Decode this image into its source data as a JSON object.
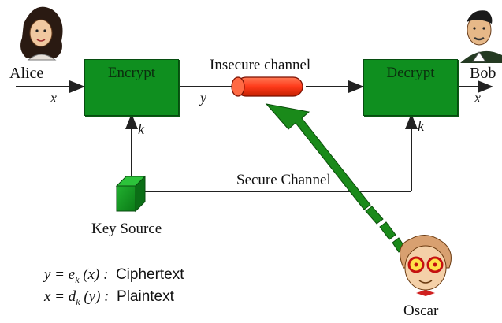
{
  "labels": {
    "alice": "Alice",
    "bob": "Bob",
    "oscar": "Oscar",
    "encrypt": "Encrypt",
    "decrypt": "Decrypt",
    "insecure_channel": "Insecure channel",
    "secure_channel": "Secure Channel",
    "key_source": "Key Source",
    "x_in": "x",
    "y_mid": "y",
    "x_out": "x",
    "k_left": "k",
    "k_right": "k"
  },
  "legend": {
    "cipher": {
      "lhs": "y = e",
      "sub": "k",
      "arg": " (x) : ",
      "desc": "Ciphertext"
    },
    "plain": {
      "lhs": "x = d",
      "sub": "k",
      "arg": " (y) : ",
      "desc": "Plaintext"
    }
  },
  "colors": {
    "box_green": "#0f8f1f",
    "channel_red": "#ff3a1a",
    "attack_arrow": "#1a8a1a"
  }
}
